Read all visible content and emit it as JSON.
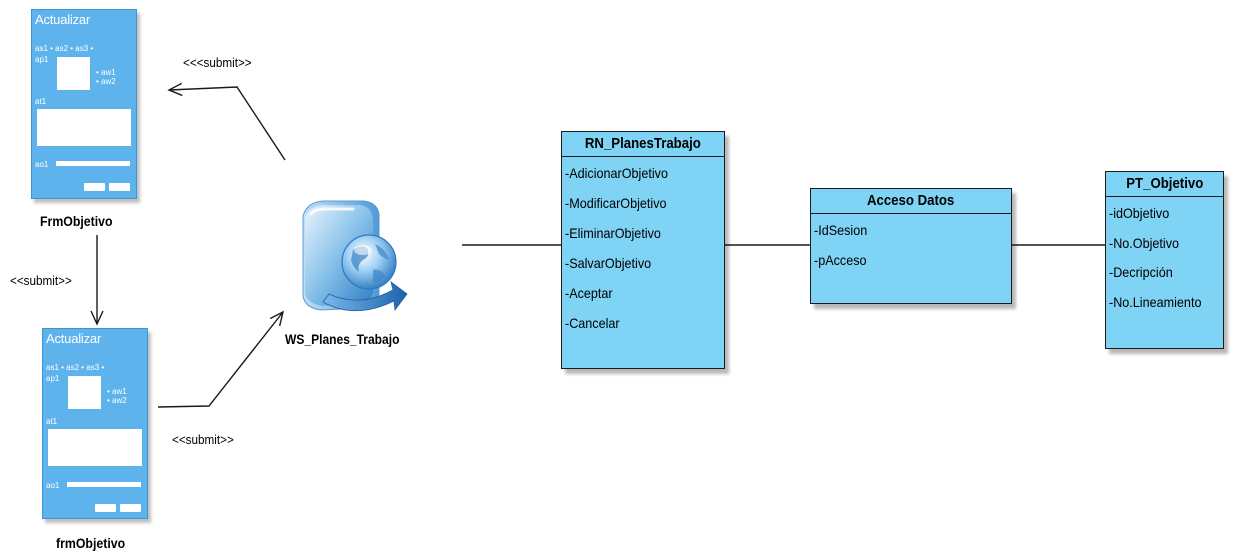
{
  "forms": [
    {
      "label": "FrmObjetivo",
      "title": "Actualizar",
      "row1": "as1 •  as2 •  as3 •",
      "ap": "ap1",
      "aw1": "• aw1",
      "aw2": "• aw2",
      "at": "at1",
      "ao": "ao1"
    },
    {
      "label": "frmObjetivo",
      "title": "Actualizar",
      "row1": "as1 •  as2 •  as3 •",
      "ap": "ap1",
      "aw1": "• aw1",
      "aw2": "• aw2",
      "at": "at1",
      "ao": "ao1"
    }
  ],
  "stereotypes": {
    "top": "<<<submit>>",
    "left": "<<submit>>",
    "bottom": "<<submit>>"
  },
  "web_service": {
    "label": "WS_Planes_Trabajo"
  },
  "classes": [
    {
      "name": "RN_PlanesTrabajo",
      "attributes": [
        "-AdicionarObjetivo",
        "-ModificarObjetivo",
        "-EliminarObjetivo",
        "-SalvarObjetivo",
        "-Aceptar",
        "-Cancelar"
      ]
    },
    {
      "name": "Acceso Datos",
      "attributes": [
        "-IdSesion",
        "-pAcceso"
      ]
    },
    {
      "name": "PT_Objetivo",
      "attributes": [
        "-idObjetivo",
        "-No.Objetivo",
        "-Decripción",
        "-No.Lineamiento"
      ]
    }
  ],
  "colors": {
    "form_fill": "#5fb3ec",
    "class_fill": "#7fd3f4",
    "line": "#1a1a1a"
  }
}
